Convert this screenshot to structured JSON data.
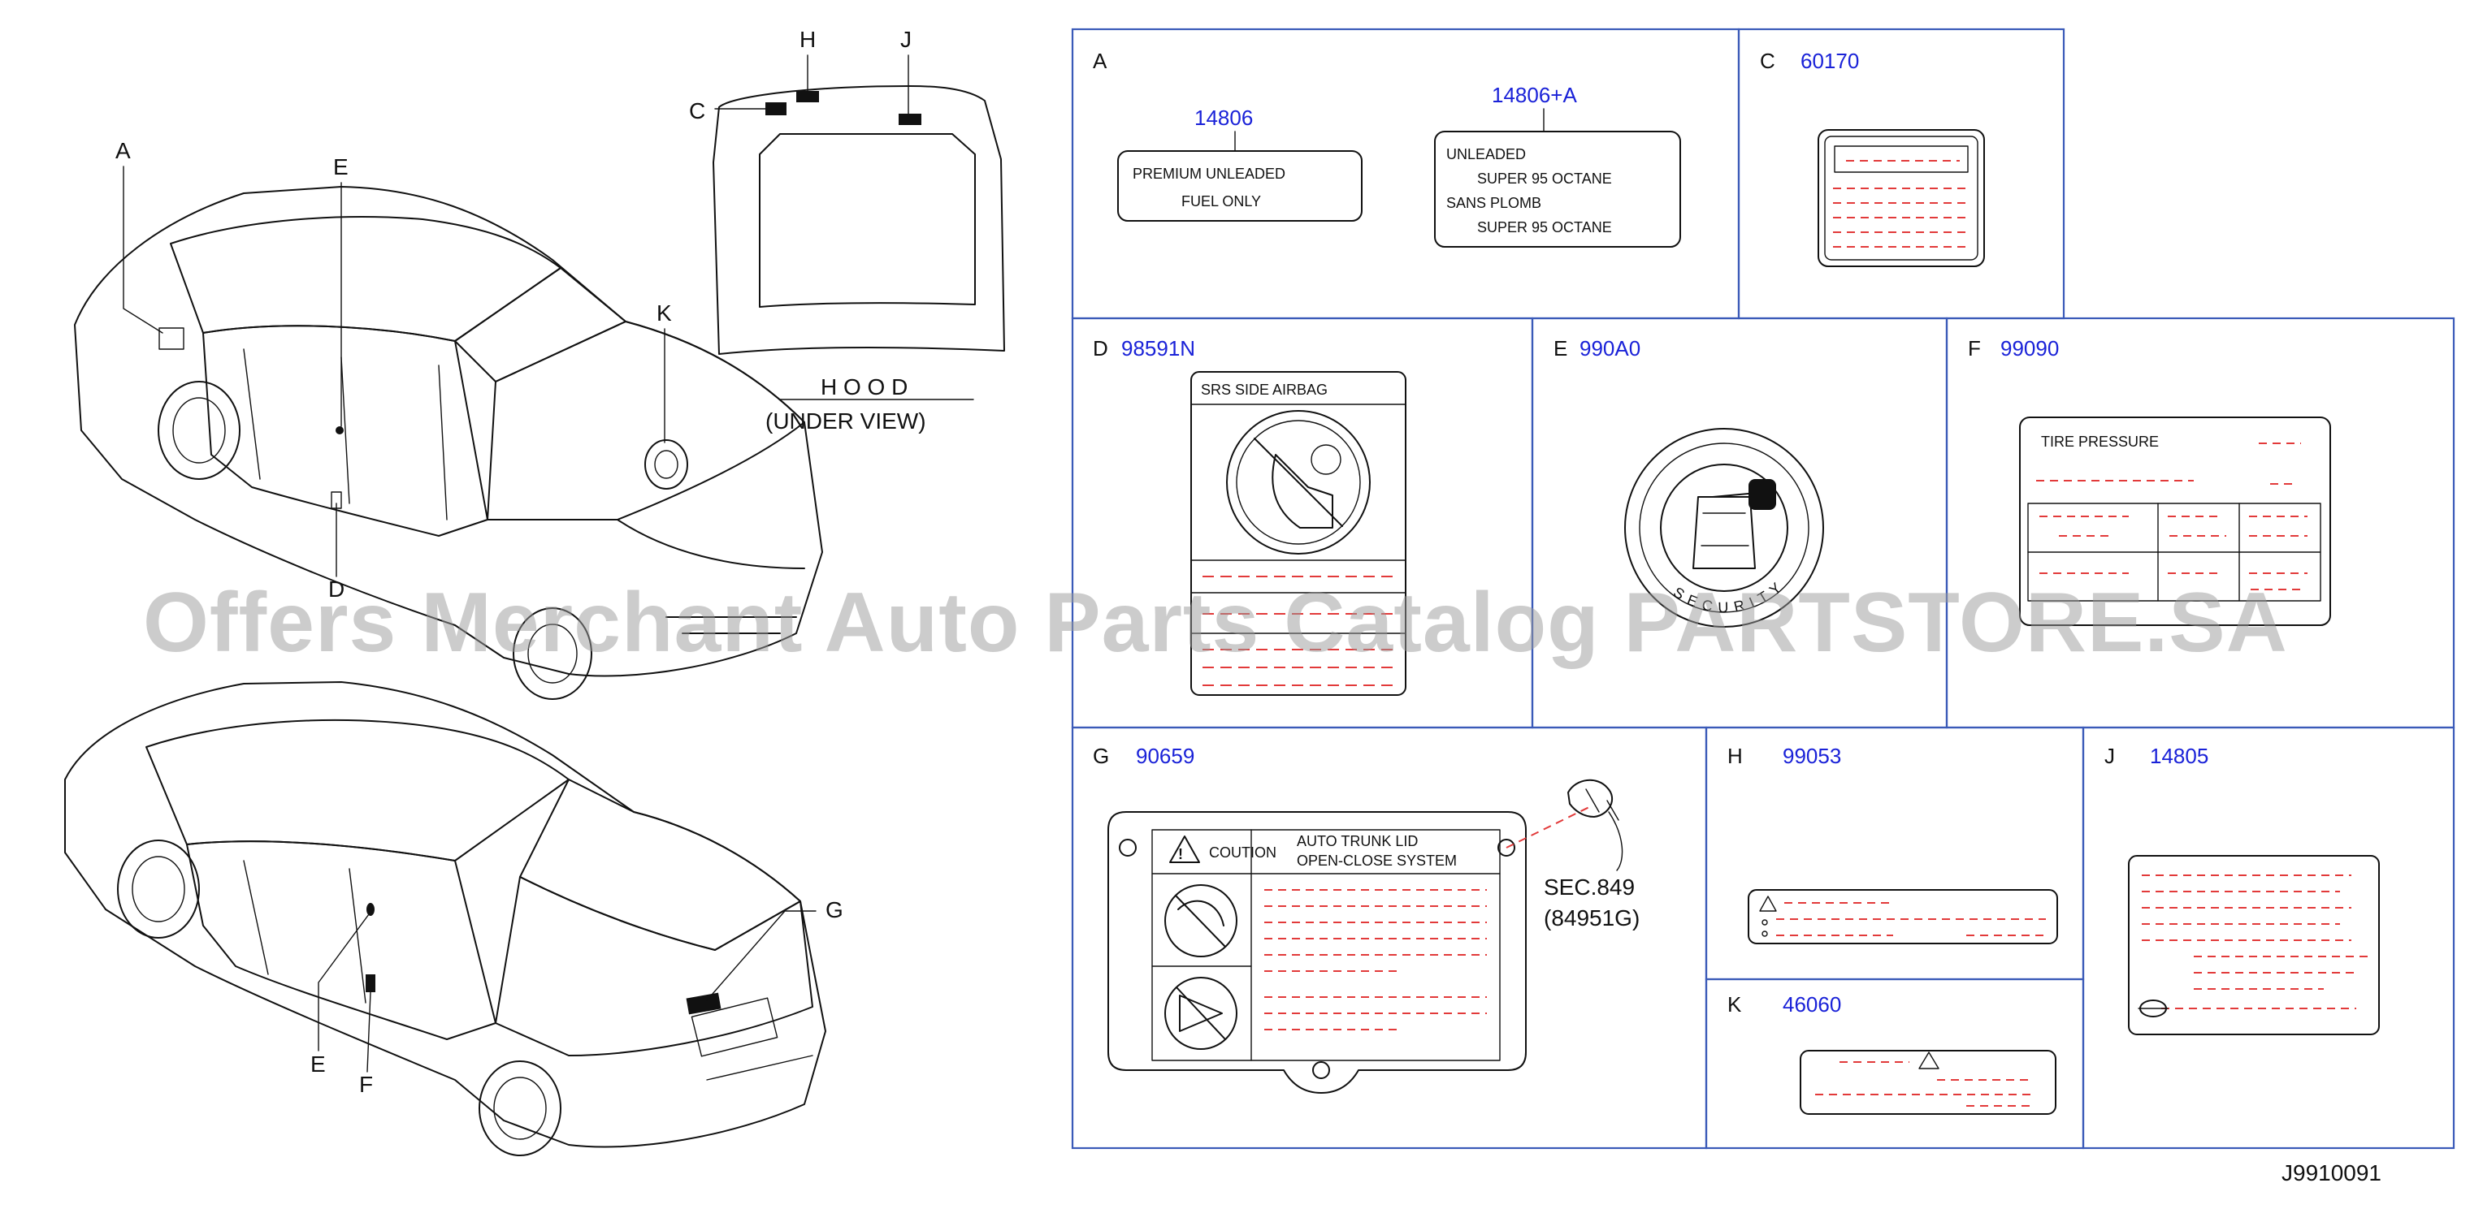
{
  "diagram_code": "J9910091",
  "watermark": "Offers Merchant Auto Parts Catalog PARTSTORE.SA",
  "hood": {
    "title": "H O O D",
    "subtitle": "(UNDER VIEW)"
  },
  "car_callouts": [
    "A",
    "E",
    "D",
    "K",
    "C",
    "H",
    "J",
    "G",
    "E",
    "F"
  ],
  "panels": {
    "A": {
      "letter": "A",
      "label_1": {
        "part_no": "14806",
        "lines": [
          "PREMIUM    UNLEADED",
          "FUEL    ONLY"
        ]
      },
      "label_2": {
        "part_no": "14806+A",
        "lines": [
          "UNLEADED",
          "SUPER    95    OCTANE",
          "SANS    PLOMB",
          "SUPER    95    OCTANE"
        ]
      }
    },
    "C": {
      "letter": "C",
      "part_no": "60170"
    },
    "D": {
      "letter": "D",
      "part_no": "98591N",
      "header": "SRS    SIDE    AIRBAG"
    },
    "E": {
      "letter": "E",
      "part_no": "990A0",
      "ring_text": "SECURITY"
    },
    "F": {
      "letter": "F",
      "part_no": "99090",
      "header": "TIRE    PRESSURE"
    },
    "G": {
      "letter": "G",
      "part_no": "90659",
      "caution": "COUTION",
      "system_line_1": "AUTO    TRUNK    LID",
      "system_line_2": "OPEN-CLOSE    SYSTEM",
      "ref_line_1": "SEC.849",
      "ref_line_2": "(84951G)"
    },
    "H": {
      "letter": "H",
      "part_no": "99053"
    },
    "J": {
      "letter": "J",
      "part_no": "14805"
    },
    "K": {
      "letter": "K",
      "part_no": "46060"
    }
  }
}
